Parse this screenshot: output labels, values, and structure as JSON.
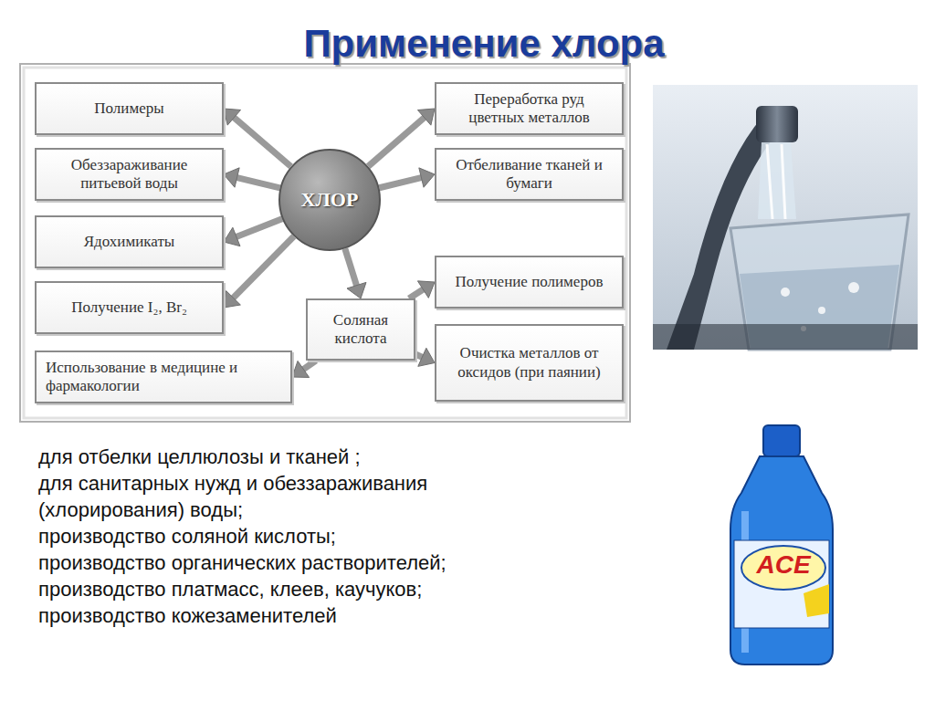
{
  "diagram": {
    "title": "Применение хлора",
    "nodes": [
      {
        "text": [
          "Полимеры"
        ]
      },
      {
        "text": [
          "Обеззараживание питьевой воды"
        ]
      },
      {
        "text": [
          "Ядохимикаты"
        ]
      },
      {
        "text": [
          "Получение I₂, Br₂"
        ]
      },
      {
        "text": [
          "Использование в медицине и фармакологии"
        ]
      },
      {
        "text": [
          "ХЛОР"
        ]
      },
      {
        "text": [
          "Переработка руд цветных металлов"
        ]
      },
      {
        "text": [
          "Отбеливание тканей и бумаги"
        ]
      },
      {
        "text": [
          "Соляная кислота"
        ]
      },
      {
        "text": [
          "Получение полимеров"
        ]
      },
      {
        "text": [
          "Очистка металлов от оксидов (при паянии)"
        ]
      }
    ],
    "edges": [
      {
        "from": 5,
        "to": 0,
        "arrow": "to"
      },
      {
        "from": 5,
        "to": 1,
        "arrow": "to"
      },
      {
        "from": 5,
        "to": 2,
        "arrow": "to"
      },
      {
        "from": 5,
        "to": 3,
        "arrow": "to"
      },
      {
        "from": 5,
        "to": 6,
        "arrow": "to"
      },
      {
        "from": 5,
        "to": 7,
        "arrow": "to"
      },
      {
        "from": 5,
        "to": 8,
        "arrow": "to"
      },
      {
        "from": 8,
        "to": 9,
        "arrow": "to"
      },
      {
        "from": 8,
        "to": 10,
        "arrow": "to"
      },
      {
        "from": 8,
        "to": 4,
        "arrow": "to"
      }
    ],
    "labels": [
      "для отбелки целлюлозы и тканей ;",
      "для санитарных нужд и обеззараживания (хлорирования) воды;",
      "производство соляной кислоты;",
      "производство органических растворителей;",
      "производство платмасс, клеев, каучуков;",
      "производство кожезаменителей",
      "ACE"
    ]
  }
}
